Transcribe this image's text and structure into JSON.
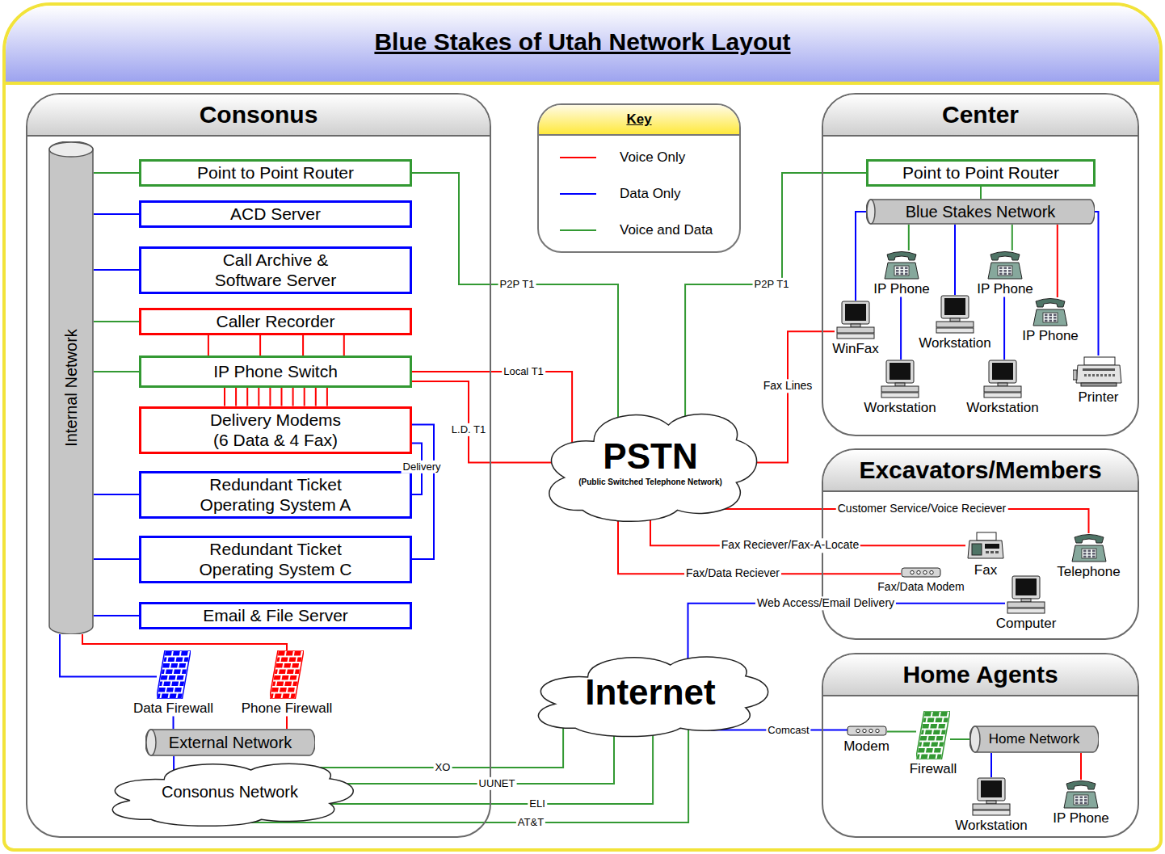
{
  "diagram": {
    "title": "Blue Stakes of Utah Network Layout",
    "nodes": [
      {
        "text": [
          "Consonus"
        ]
      },
      {
        "text": [
          "Internal Network"
        ],
        "in": 0
      },
      {
        "text": [
          "Point to Point Router"
        ],
        "in": 0
      },
      {
        "text": [
          "ACD Server"
        ],
        "in": 0
      },
      {
        "text": [
          "Call Archive & Software Server"
        ],
        "in": 0
      },
      {
        "text": [
          "Caller Recorder"
        ],
        "in": 0
      },
      {
        "text": [
          "IP Phone Switch"
        ],
        "in": 0
      },
      {
        "text": [
          "Delivery Modems (6 Data & 4 Fax)"
        ],
        "in": 0
      },
      {
        "text": [
          "Redundant Ticket Operating System A"
        ],
        "in": 0
      },
      {
        "text": [
          "Redundant Ticket Operating System C"
        ],
        "in": 0
      },
      {
        "text": [
          "Email & File Server"
        ],
        "in": 0
      },
      {
        "text": [
          "Data Firewall"
        ],
        "in": 0
      },
      {
        "text": [
          "Phone Firewall"
        ],
        "in": 0
      },
      {
        "text": [
          "External Network"
        ],
        "in": 0
      },
      {
        "text": [
          "Consonus Network"
        ],
        "in": 0
      },
      {
        "text": [
          "Center"
        ]
      },
      {
        "text": [
          "Point to Point Router"
        ],
        "in": 15
      },
      {
        "text": [
          "Blue Stakes Network"
        ],
        "in": 15
      },
      {
        "text": [
          "IP Phone"
        ],
        "in": 15
      },
      {
        "text": [
          "IP Phone"
        ],
        "in": 15
      },
      {
        "text": [
          "IP Phone"
        ],
        "in": 15
      },
      {
        "text": [
          "WinFax"
        ],
        "in": 15
      },
      {
        "text": [
          "Workstation"
        ],
        "in": 15
      },
      {
        "text": [
          "Workstation"
        ],
        "in": 15
      },
      {
        "text": [
          "Workstation"
        ],
        "in": 15
      },
      {
        "text": [
          "Printer"
        ],
        "in": 15
      },
      {
        "text": [
          "PSTN",
          "(Public Switched Telephone Network)"
        ]
      },
      {
        "text": [
          "Excavators/Members"
        ]
      },
      {
        "text": [
          "Fax"
        ],
        "in": 27
      },
      {
        "text": [
          "Telephone"
        ],
        "in": 27
      },
      {
        "text": [
          "Fax/Data Modem"
        ],
        "in": 27
      },
      {
        "text": [
          "Computer"
        ],
        "in": 27
      },
      {
        "text": [
          "Internet"
        ]
      },
      {
        "text": [
          "Home Agents"
        ]
      },
      {
        "text": [
          "Modem"
        ],
        "in": 33
      },
      {
        "text": [
          "Firewall"
        ],
        "in": 33
      },
      {
        "text": [
          "Home Network"
        ],
        "in": 33
      },
      {
        "text": [
          "Workstation"
        ],
        "in": 33
      },
      {
        "text": [
          "IP Phone"
        ],
        "in": 33
      }
    ],
    "edges": [
      {
        "from": 1,
        "to": 2,
        "arrow": "none"
      },
      {
        "from": 1,
        "to": 3,
        "arrow": "none"
      },
      {
        "from": 1,
        "to": 4,
        "arrow": "none"
      },
      {
        "from": 1,
        "to": 5,
        "arrow": "none"
      },
      {
        "from": 1,
        "to": 6,
        "arrow": "none"
      },
      {
        "from": 1,
        "to": 8,
        "arrow": "none"
      },
      {
        "from": 1,
        "to": 9,
        "arrow": "none"
      },
      {
        "from": 1,
        "to": 10,
        "arrow": "none"
      },
      {
        "from": 1,
        "to": 11,
        "arrow": "none"
      },
      {
        "from": 1,
        "to": 12,
        "arrow": "none"
      },
      {
        "from": 5,
        "to": 6,
        "arrow": "none"
      },
      {
        "from": 5,
        "to": 6,
        "arrow": "none"
      },
      {
        "from": 5,
        "to": 6,
        "arrow": "none"
      },
      {
        "from": 5,
        "to": 6,
        "arrow": "none"
      },
      {
        "from": 6,
        "to": 7,
        "arrow": "none"
      },
      {
        "from": 6,
        "to": 7,
        "arrow": "none"
      },
      {
        "from": 6,
        "to": 7,
        "arrow": "none"
      },
      {
        "from": 6,
        "to": 7,
        "arrow": "none"
      },
      {
        "from": 6,
        "to": 7,
        "arrow": "none"
      },
      {
        "from": 6,
        "to": 7,
        "arrow": "none"
      },
      {
        "from": 6,
        "to": 7,
        "arrow": "none"
      },
      {
        "from": 6,
        "to": 7,
        "arrow": "none"
      },
      {
        "from": 6,
        "to": 7,
        "arrow": "none"
      },
      {
        "from": 6,
        "to": 7,
        "arrow": "none"
      },
      {
        "from": 7,
        "to": 8,
        "label": "Delivery",
        "arrow": "none"
      },
      {
        "from": 7,
        "to": 9,
        "arrow": "none"
      },
      {
        "from": 2,
        "to": 26,
        "label": "P2P T1",
        "arrow": "none"
      },
      {
        "from": 6,
        "to": 26,
        "label": "Local T1",
        "arrow": "none"
      },
      {
        "from": 6,
        "to": 26,
        "label": "L.D. T1",
        "arrow": "none"
      },
      {
        "from": 11,
        "to": 13,
        "arrow": "none"
      },
      {
        "from": 12,
        "to": 13,
        "arrow": "none"
      },
      {
        "from": 13,
        "to": 14,
        "arrow": "none"
      },
      {
        "from": 14,
        "to": 32,
        "label": "XO",
        "arrow": "none"
      },
      {
        "from": 14,
        "to": 32,
        "label": "UUNET",
        "arrow": "none"
      },
      {
        "from": 14,
        "to": 32,
        "label": "ELI",
        "arrow": "none"
      },
      {
        "from": 14,
        "to": 32,
        "label": "AT&T",
        "arrow": "none"
      },
      {
        "from": 16,
        "to": 26,
        "label": "P2P T1",
        "arrow": "none"
      },
      {
        "from": 16,
        "to": 17,
        "arrow": "none"
      },
      {
        "from": 17,
        "to": 21,
        "arrow": "none"
      },
      {
        "from": 17,
        "to": 18,
        "arrow": "none"
      },
      {
        "from": 17,
        "to": 22,
        "arrow": "none"
      },
      {
        "from": 17,
        "to": 19,
        "arrow": "none"
      },
      {
        "from": 17,
        "to": 20,
        "arrow": "none"
      },
      {
        "from": 17,
        "to": 25,
        "arrow": "none"
      },
      {
        "from": 18,
        "to": 23,
        "arrow": "none"
      },
      {
        "from": 19,
        "to": 24,
        "arrow": "none"
      },
      {
        "from": 26,
        "to": 21,
        "label": "Fax Lines",
        "arrow": "none"
      },
      {
        "from": 26,
        "to": 29,
        "label": "Customer Service/Voice Reciever",
        "arrow": "none"
      },
      {
        "from": 26,
        "to": 28,
        "label": "Fax Reciever/Fax-A-Locate",
        "arrow": "none"
      },
      {
        "from": 26,
        "to": 30,
        "label": "Fax/Data Reciever",
        "arrow": "none"
      },
      {
        "from": 32,
        "to": 31,
        "label": "Web Access/Email Delivery",
        "arrow": "none"
      },
      {
        "from": 32,
        "to": 34,
        "label": "Comcast",
        "arrow": "none"
      },
      {
        "from": 34,
        "to": 35,
        "arrow": "none"
      },
      {
        "from": 35,
        "to": 36,
        "arrow": "none"
      },
      {
        "from": 36,
        "to": 37,
        "arrow": "none"
      },
      {
        "from": 36,
        "to": 38,
        "arrow": "none"
      }
    ],
    "labels": [
      "Key"
    ],
    "legend": [
      {
        "text": "Voice Only",
        "color": "#ff0000"
      },
      {
        "text": "Data Only",
        "color": "#0000ff"
      },
      {
        "text": "Voice and Data",
        "color": "#339933"
      }
    ]
  }
}
